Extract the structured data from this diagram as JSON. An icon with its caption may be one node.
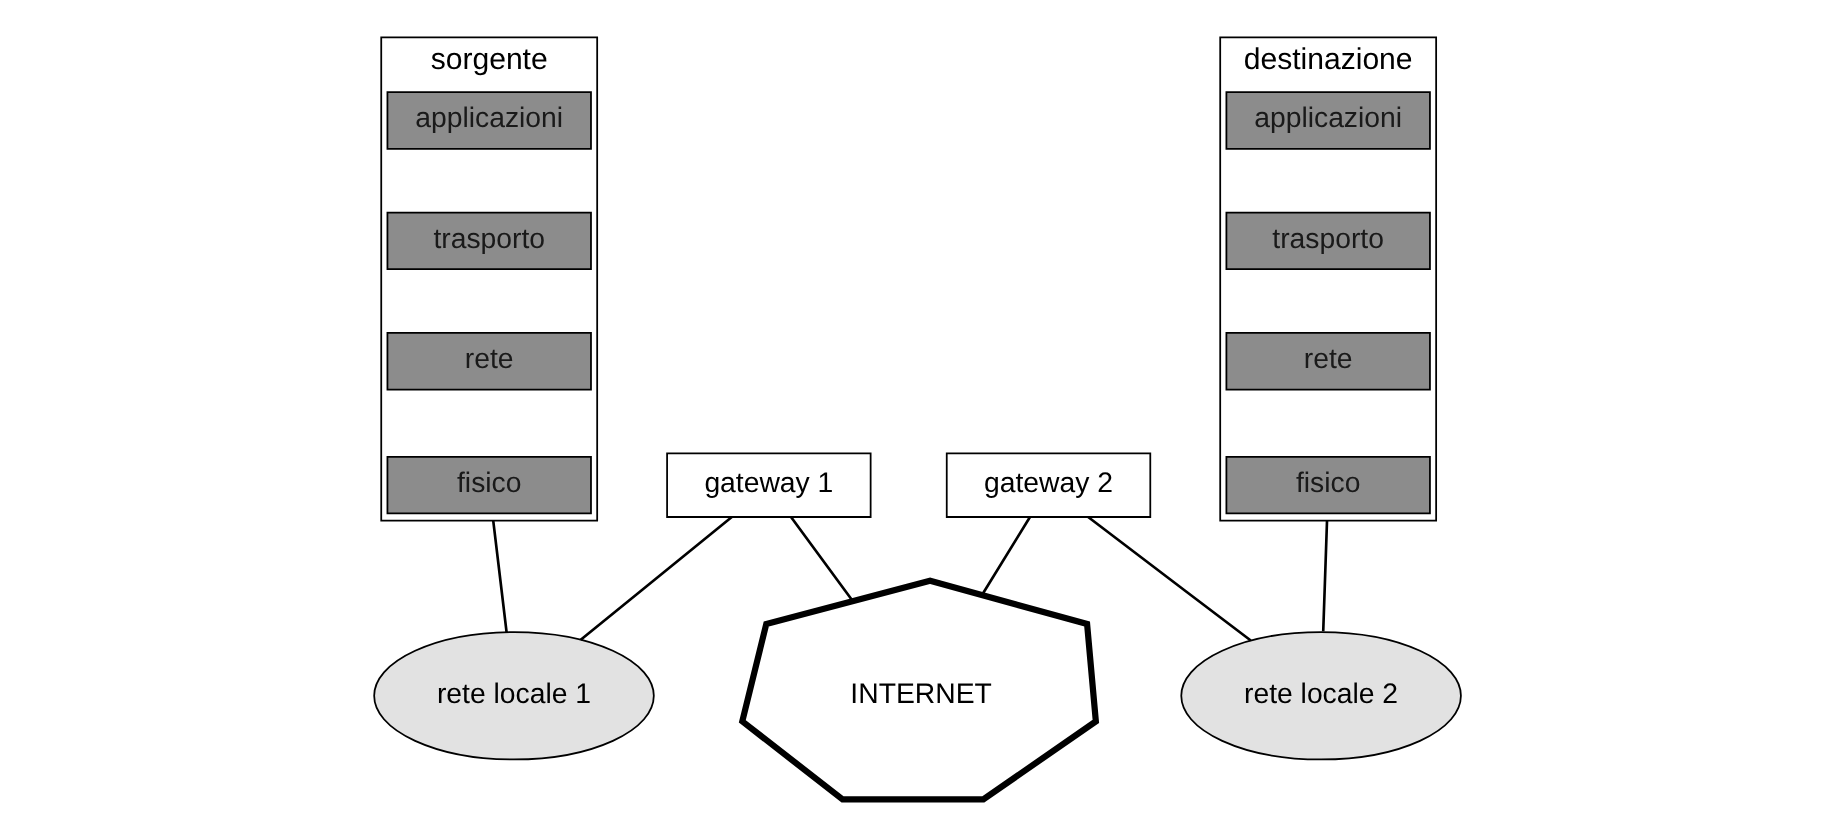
{
  "diagram": {
    "nodes": [
      {
        "text": [
          "sorgente"
        ]
      },
      {
        "text": [
          "applicazioni"
        ],
        "in": 0
      },
      {
        "text": [
          "trasporto"
        ],
        "in": 0
      },
      {
        "text": [
          "rete"
        ],
        "in": 0
      },
      {
        "text": [
          "fisico"
        ],
        "in": 0
      },
      {
        "text": [
          "gateway 1"
        ]
      },
      {
        "text": [
          "gateway 2"
        ]
      },
      {
        "text": [
          "destinazione"
        ]
      },
      {
        "text": [
          "applicazioni"
        ],
        "in": 7
      },
      {
        "text": [
          "trasporto"
        ],
        "in": 7
      },
      {
        "text": [
          "rete"
        ],
        "in": 7
      },
      {
        "text": [
          "fisico"
        ],
        "in": 7
      },
      {
        "text": [
          "rete locale 1"
        ]
      },
      {
        "text": [
          "INTERNET"
        ]
      },
      {
        "text": [
          "rete locale 2"
        ]
      }
    ],
    "edges": [
      {
        "from": 0,
        "to": 12,
        "arrow": "none"
      },
      {
        "from": 5,
        "to": 12,
        "arrow": "none"
      },
      {
        "from": 5,
        "to": 13,
        "arrow": "none"
      },
      {
        "from": 6,
        "to": 13,
        "arrow": "none"
      },
      {
        "from": 6,
        "to": 14,
        "arrow": "none"
      },
      {
        "from": 7,
        "to": 14,
        "arrow": "none"
      }
    ]
  }
}
